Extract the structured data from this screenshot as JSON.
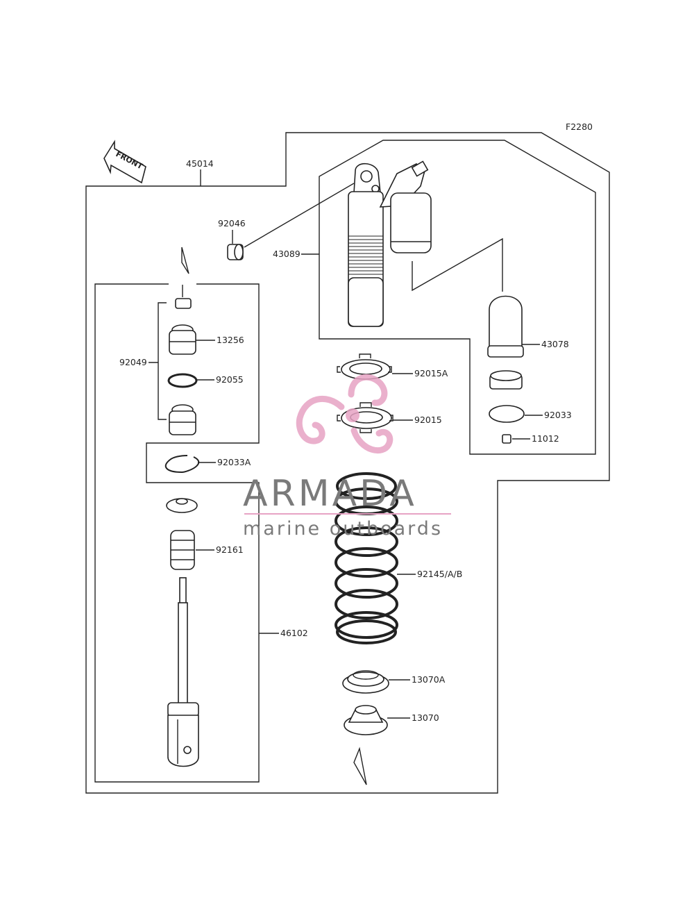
{
  "figure_code": "F2280",
  "front_label": "FRONT",
  "watermark": {
    "brand": "ARMADA",
    "tagline": "marine outboards",
    "brand_color": "#e7a3c4"
  },
  "labels": {
    "p45014": "45014",
    "p92046": "92046",
    "p43089": "43089",
    "p43078": "43078",
    "p92033": "92033",
    "p11012": "11012",
    "p13256": "13256",
    "p92049": "92049",
    "p92055": "92055",
    "p92033A": "92033A",
    "p92161": "92161",
    "p46102": "46102",
    "p92015A": "92015A",
    "p92015": "92015",
    "p92145": "92145/A/B",
    "p13070A": "13070A",
    "p13070": "13070"
  }
}
